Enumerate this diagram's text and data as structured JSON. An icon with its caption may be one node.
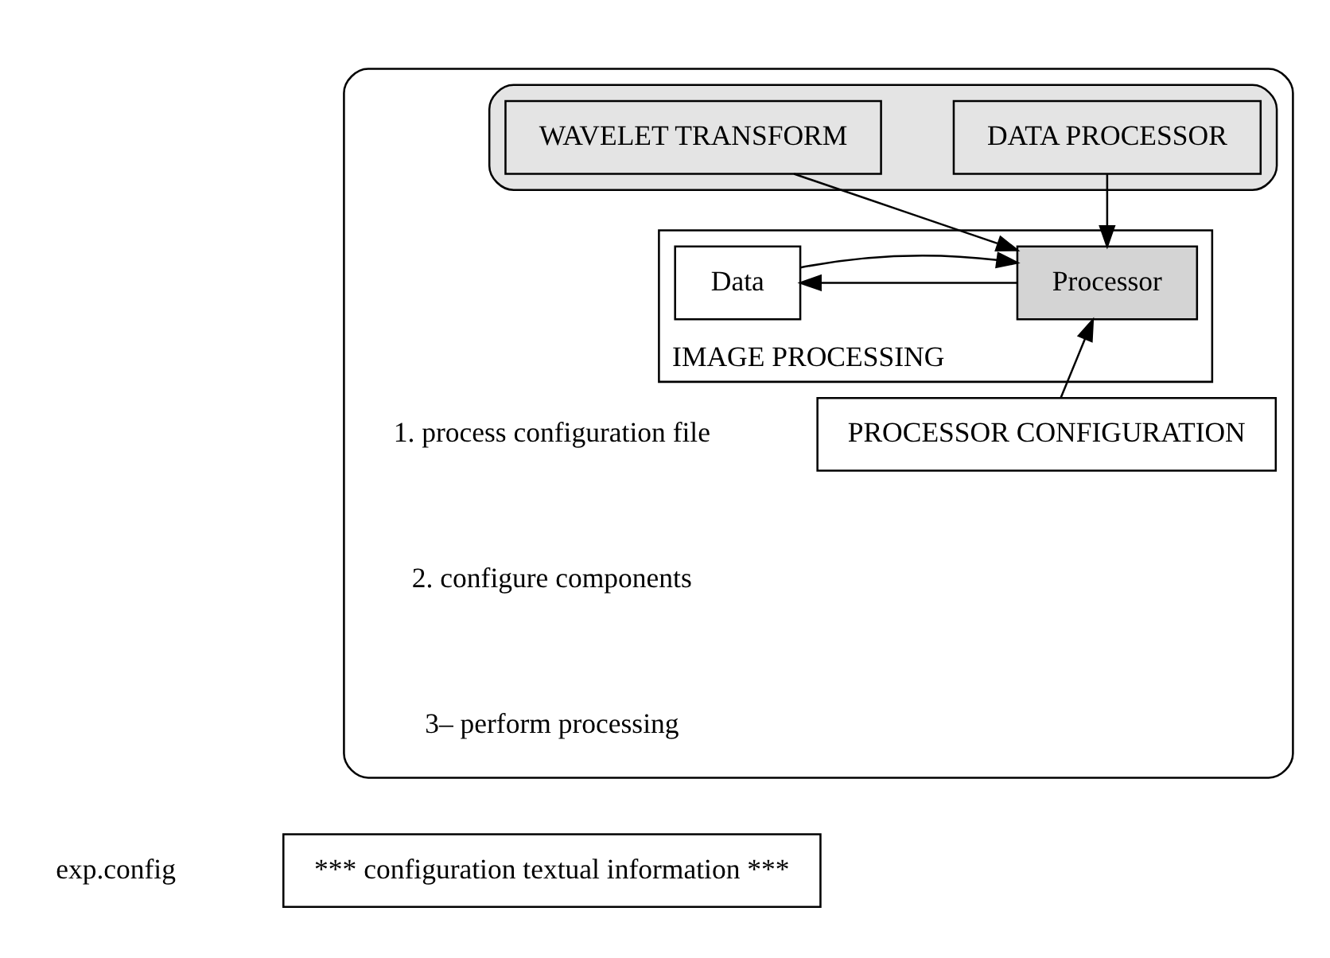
{
  "diagram": {
    "nodes": [
      {
        "text": [],
        "shape": "box"
      },
      {
        "text": [],
        "shape": "box",
        "in": 0
      },
      {
        "text": [
          "DATA PROCESSOR"
        ],
        "in": 1
      },
      {
        "text": [
          "WAVELET TRANSFORM"
        ],
        "in": 1
      },
      {
        "text": [
          "IMAGE PROCESSING"
        ],
        "in": 0
      },
      {
        "text": [
          "Processor"
        ],
        "in": 4
      },
      {
        "text": [
          "Data"
        ],
        "in": 4
      },
      {
        "text": [
          "PROCESSOR CONFIGURATION"
        ],
        "in": 0
      },
      {
        "text": [
          "*** configuration textual information ***"
        ],
        "beside": [
          "exp.config"
        ]
      }
    ],
    "edges": [
      {
        "from": 2,
        "to": 5,
        "arrow": "to"
      },
      {
        "from": 3,
        "to": 5,
        "arrow": "to"
      },
      {
        "from": 5,
        "to": 6,
        "arrow": "to"
      },
      {
        "from": 6,
        "to": 5,
        "arrow": "to"
      },
      {
        "from": 7,
        "to": 5,
        "arrow": "to"
      }
    ],
    "labels": [
      "1. process configuration file",
      "2. configure components",
      "3– perform processing"
    ]
  }
}
